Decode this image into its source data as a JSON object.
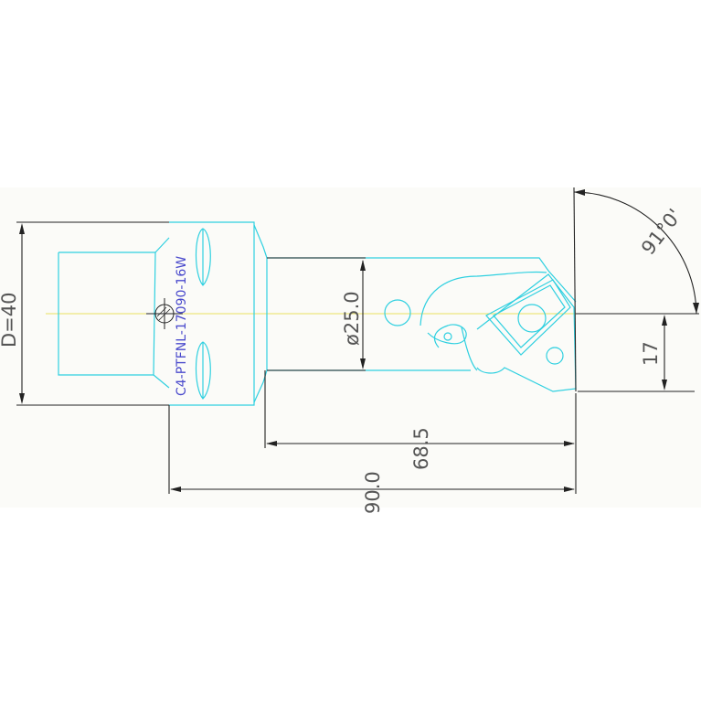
{
  "drawing": {
    "part_label": "C4-PTFNL-17090-16W",
    "dimensions": {
      "diameter_holder": "D=40",
      "bar_diameter": "ø25.0",
      "reach": "68.5",
      "overall_length": "90.0",
      "offset": "17",
      "lead_angle": "91°0'"
    },
    "colors": {
      "outline": "#2fd0e0",
      "dimension_lines": "#222222",
      "center_line": "#e8e060",
      "label_text": "#4a4acc"
    }
  }
}
